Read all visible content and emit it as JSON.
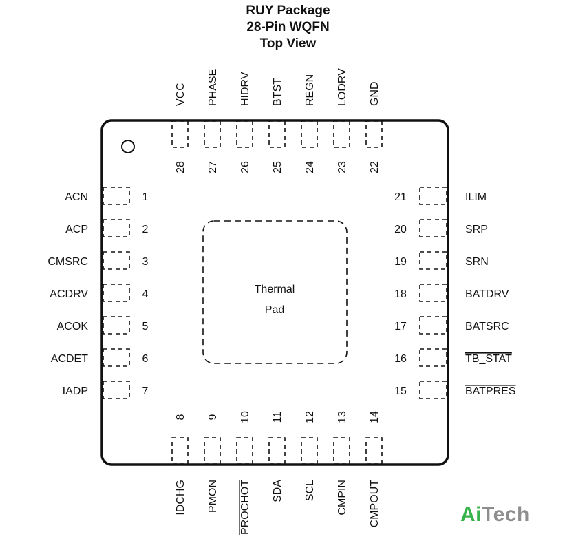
{
  "title": {
    "line1": "RUY Package",
    "line2": "28-Pin WQFN",
    "line3": "Top View"
  },
  "thermal_pad": {
    "line1": "Thermal",
    "line2": "Pad"
  },
  "pins": {
    "left": [
      {
        "num": "1",
        "name": "ACN",
        "overline": false
      },
      {
        "num": "2",
        "name": "ACP",
        "overline": false
      },
      {
        "num": "3",
        "name": "CMSRC",
        "overline": false
      },
      {
        "num": "4",
        "name": "ACDRV",
        "overline": false
      },
      {
        "num": "5",
        "name": "ACOK",
        "overline": false
      },
      {
        "num": "6",
        "name": "ACDET",
        "overline": false
      },
      {
        "num": "7",
        "name": "IADP",
        "overline": false
      }
    ],
    "bottom": [
      {
        "num": "8",
        "name": "IDCHG",
        "overline": false
      },
      {
        "num": "9",
        "name": "PMON",
        "overline": false
      },
      {
        "num": "10",
        "name": "PROCHOT",
        "overline": true
      },
      {
        "num": "11",
        "name": "SDA",
        "overline": false
      },
      {
        "num": "12",
        "name": "SCL",
        "overline": false
      },
      {
        "num": "13",
        "name": "CMPIN",
        "overline": false
      },
      {
        "num": "14",
        "name": "CMPOUT",
        "overline": false
      }
    ],
    "right": [
      {
        "num": "15",
        "name": "BATPRES",
        "overline": true
      },
      {
        "num": "16",
        "name": "TB_STAT",
        "overline": true
      },
      {
        "num": "17",
        "name": "BATSRC",
        "overline": false
      },
      {
        "num": "18",
        "name": "BATDRV",
        "overline": false
      },
      {
        "num": "19",
        "name": "SRN",
        "overline": false
      },
      {
        "num": "20",
        "name": "SRP",
        "overline": false
      },
      {
        "num": "21",
        "name": "ILIM",
        "overline": false
      }
    ],
    "top": [
      {
        "num": "22",
        "name": "GND",
        "overline": false
      },
      {
        "num": "23",
        "name": "LODRV",
        "overline": false
      },
      {
        "num": "24",
        "name": "REGN",
        "overline": false
      },
      {
        "num": "25",
        "name": "BTST",
        "overline": false
      },
      {
        "num": "26",
        "name": "HIDRV",
        "overline": false
      },
      {
        "num": "27",
        "name": "PHASE",
        "overline": false
      },
      {
        "num": "28",
        "name": "VCC",
        "overline": false
      }
    ]
  },
  "watermark": {
    "part1": "Ai",
    "part2": "Tech",
    "color_green": "#36b34a",
    "color_gray": "#8e8e8e"
  }
}
